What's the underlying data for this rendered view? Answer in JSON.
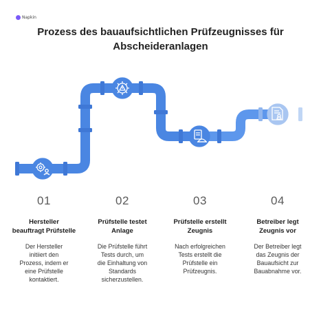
{
  "logo": {
    "text": "Napkin",
    "icon": "napkin-logo-icon"
  },
  "title": {
    "line1": "Prozess des bauaufsichtlichen Prüfzeugnisses für",
    "line2": "Abscheideranlagen"
  },
  "colors": {
    "pipe_dark": "#4a86e2",
    "pipe_mid": "#5d97ec",
    "pipe_light": "#bfd5f4",
    "icon_stroke": "#ffffff"
  },
  "steps": [
    {
      "number": "01",
      "heading": "Hersteller\nbeauftragt Prüfstelle",
      "description": "Der Hersteller\ninitiiert den\nProzess, indem er\neine Prüfstelle\nkontaktiert.",
      "icon": "gear-person-icon"
    },
    {
      "number": "02",
      "heading": "Prüfstelle testet\nAnlage",
      "description": "Die Prüfstelle führt\nTests durch, um\ndie Einhaltung von\nStandards\nsicherzustellen.",
      "icon": "gear-warning-icon"
    },
    {
      "number": "03",
      "heading": "Prüfstelle erstellt\nZeugnis",
      "description": "Nach erfolgreichen\nTests erstellt die\nPrüfstelle ein\nPrüfzeugnis.",
      "icon": "clipboard-helmet-icon"
    },
    {
      "number": "04",
      "heading": "Betreiber legt\nZeugnis vor",
      "description": "Der Betreiber legt\ndas Zeugnis der\nBauaufsicht zur\nBauabnahme vor.",
      "icon": "document-stamp-icon"
    }
  ]
}
